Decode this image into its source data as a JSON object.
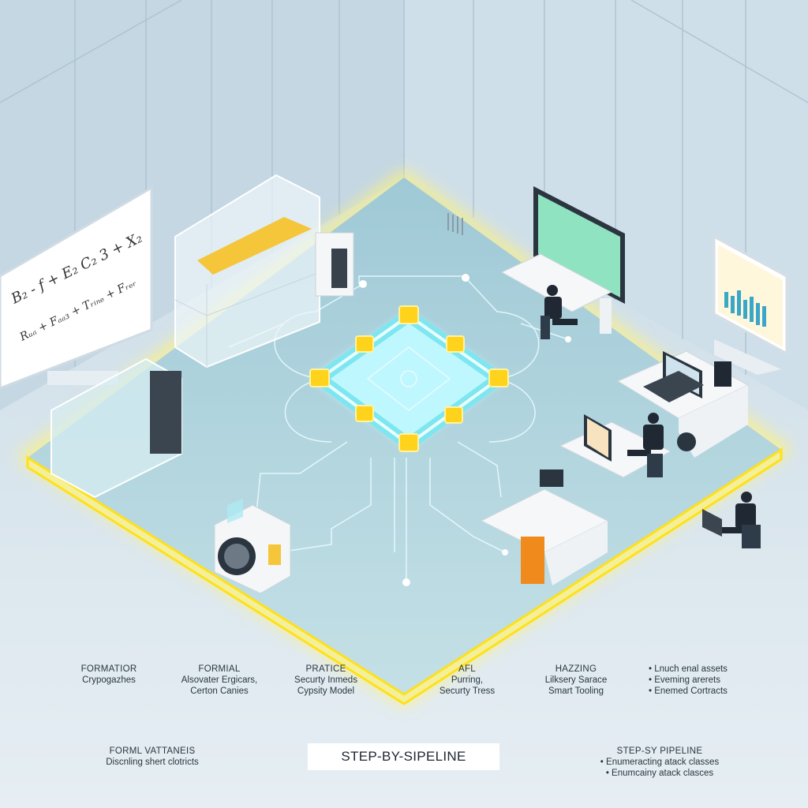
{
  "colors": {
    "wall": "#c9dbe6",
    "floor": "#a9cfd9",
    "glow": "#ffe83a",
    "chip": "#7ee6f0",
    "node": "#ffd21c",
    "accent_orange": "#f08a1c"
  },
  "whiteboard": {
    "line1": "B₂ - f + E₂ C₂ 3 + X₂",
    "line2": "Rᵤₐ + Fₐₐ₃ + Tᵣᵢₙₑ + Fᵣₑᵣ"
  },
  "columns": [
    {
      "title": "FORMATIOR",
      "lines": [
        "Crypogazhes"
      ]
    },
    {
      "title": "FORMIAL",
      "lines": [
        "Alsovater Ergicars,",
        "Certon Canies"
      ]
    },
    {
      "title": "PRATICE",
      "lines": [
        "Securty Inmeds",
        "Cypsity Model"
      ]
    },
    {
      "title": "AFL",
      "lines": [
        "Purring,",
        "Securty Tress"
      ]
    },
    {
      "title": "HAZZING",
      "lines": [
        "Lilksery Sarace",
        "Smart Tooling"
      ]
    },
    {
      "title": "",
      "lines": [
        "• Lnuch enal assets",
        "• Eveming arerets",
        "• Enemed Cortracts"
      ]
    }
  ],
  "bottom": {
    "left": {
      "title": "FORML VATTANEIS",
      "lines": [
        "Discnling shert clotricts"
      ]
    },
    "center": "STEP-BY-SIPELINE",
    "right": {
      "title": "STEP-SY PIPELINE",
      "lines": [
        "• Enumeracting atack classes",
        "• Enumcainy atack clasces"
      ]
    }
  }
}
